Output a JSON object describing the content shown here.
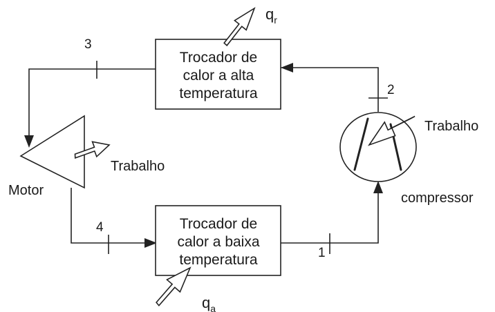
{
  "high_temp_exchanger": {
    "line1": "Trocador de",
    "line2": "calor a alta",
    "line3": "temperatura"
  },
  "low_temp_exchanger": {
    "line1": "Trocador de",
    "line2": "calor a baixa",
    "line3": "temperatura"
  },
  "motor": {
    "label": "Motor",
    "work_label": "Trabalho"
  },
  "compressor": {
    "label": "compressor",
    "work_label": "Trabalho"
  },
  "heat": {
    "rejected_base": "q",
    "rejected_sub": "r",
    "absorbed_base": "q",
    "absorbed_sub": "a"
  },
  "states": {
    "s1": "1",
    "s2": "2",
    "s3": "3",
    "s4": "4"
  }
}
